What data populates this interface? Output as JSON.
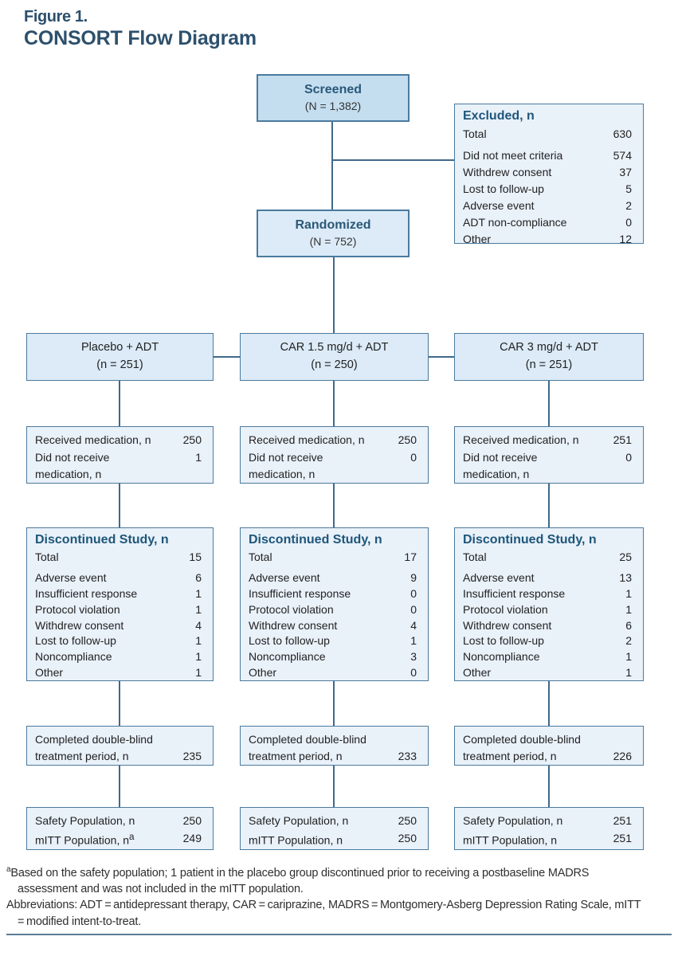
{
  "figure": {
    "label": "Figure 1.",
    "title": "CONSORT Flow Diagram"
  },
  "colors": {
    "title_text": "#2d506c",
    "box_header_text": "#1e567a",
    "box_border": "#4b7a9e",
    "screened_fill": "#c4def0",
    "mid_fill": "#dcebf7",
    "list_fill": "#e9f1f9",
    "connector": "#40698a"
  },
  "screened": {
    "title": "Screened",
    "subtitle": "(N = 1,382)"
  },
  "excluded": {
    "header": "Excluded, n",
    "rows": [
      {
        "label": "Total",
        "value": "630"
      },
      {
        "label": "Did not meet criteria",
        "value": "574"
      },
      {
        "label": "Withdrew consent",
        "value": "37"
      },
      {
        "label": "Lost to follow-up",
        "value": "5"
      },
      {
        "label": "Adverse event",
        "value": "2"
      },
      {
        "label": "ADT non-compliance",
        "value": "0"
      },
      {
        "label": "Other",
        "value": "12"
      }
    ]
  },
  "randomized": {
    "title": "Randomized",
    "subtitle": "(N = 752)"
  },
  "arms": [
    {
      "name": "Placebo + ADT",
      "n": "(n = 251)",
      "received": {
        "row1_label": "Received medication, n",
        "row1_value": "250",
        "row2_label": "Did not receive\nmedication, n",
        "row2_value": "1"
      },
      "discontinued": {
        "header": "Discontinued Study, n",
        "rows": [
          {
            "label": "Total",
            "value": "15"
          },
          {
            "label": "Adverse event",
            "value": "6"
          },
          {
            "label": "Insufficient response",
            "value": "1"
          },
          {
            "label": "Protocol violation",
            "value": "1"
          },
          {
            "label": "Withdrew consent",
            "value": "4"
          },
          {
            "label": "Lost to follow-up",
            "value": "1"
          },
          {
            "label": "Noncompliance",
            "value": "1"
          },
          {
            "label": "Other",
            "value": "1"
          }
        ]
      },
      "completed": {
        "label": "Completed double-blind\ntreatment period, n",
        "value": "235"
      },
      "populations": {
        "safety_label": "Safety Population, n",
        "safety_value": "250",
        "mitt_label": "mITT Population, n",
        "mitt_sup": "a",
        "mitt_value": "249"
      }
    },
    {
      "name": "CAR 1.5 mg/d + ADT",
      "n": "(n = 250)",
      "received": {
        "row1_label": "Received medication, n",
        "row1_value": "250",
        "row2_label": "Did not receive\nmedication, n",
        "row2_value": "0"
      },
      "discontinued": {
        "header": "Discontinued Study, n",
        "rows": [
          {
            "label": "Total",
            "value": "17"
          },
          {
            "label": "Adverse event",
            "value": "9"
          },
          {
            "label": "Insufficient response",
            "value": "0"
          },
          {
            "label": "Protocol violation",
            "value": "0"
          },
          {
            "label": "Withdrew consent",
            "value": "4"
          },
          {
            "label": "Lost to follow-up",
            "value": "1"
          },
          {
            "label": "Noncompliance",
            "value": "3"
          },
          {
            "label": "Other",
            "value": "0"
          }
        ]
      },
      "completed": {
        "label": "Completed double-blind\ntreatment period, n",
        "value": "233"
      },
      "populations": {
        "safety_label": "Safety Population, n",
        "safety_value": "250",
        "mitt_label": "mITT Population, n",
        "mitt_sup": "",
        "mitt_value": "250"
      }
    },
    {
      "name": "CAR 3 mg/d + ADT",
      "n": "(n = 251)",
      "received": {
        "row1_label": "Received medication, n",
        "row1_value": "251",
        "row2_label": "Did not receive\nmedication, n",
        "row2_value": "0"
      },
      "discontinued": {
        "header": "Discontinued Study, n",
        "rows": [
          {
            "label": "Total",
            "value": "25"
          },
          {
            "label": "Adverse event",
            "value": "13"
          },
          {
            "label": "Insufficient response",
            "value": "1"
          },
          {
            "label": "Protocol violation",
            "value": "1"
          },
          {
            "label": "Withdrew consent",
            "value": "6"
          },
          {
            "label": "Lost to follow-up",
            "value": "2"
          },
          {
            "label": "Noncompliance",
            "value": "1"
          },
          {
            "label": "Other",
            "value": "1"
          }
        ]
      },
      "completed": {
        "label": "Completed double-blind\ntreatment period, n",
        "value": "226"
      },
      "populations": {
        "safety_label": "Safety Population, n",
        "safety_value": "251",
        "mitt_label": "mITT Population, n",
        "mitt_sup": "",
        "mitt_value": "251"
      }
    }
  ],
  "footnotes": {
    "note_marker": "a",
    "note_text": "Based on the safety population; 1 patient in the placebo group discontinued prior to receiving a postbaseline MADRS assessment and was not included in the mITT population.",
    "abbreviations": "Abbreviations: ADT = antidepressant therapy, CAR = cariprazine, MADRS = Montgomery-Asberg Depression Rating Scale, mITT = modified intent-to-treat."
  }
}
